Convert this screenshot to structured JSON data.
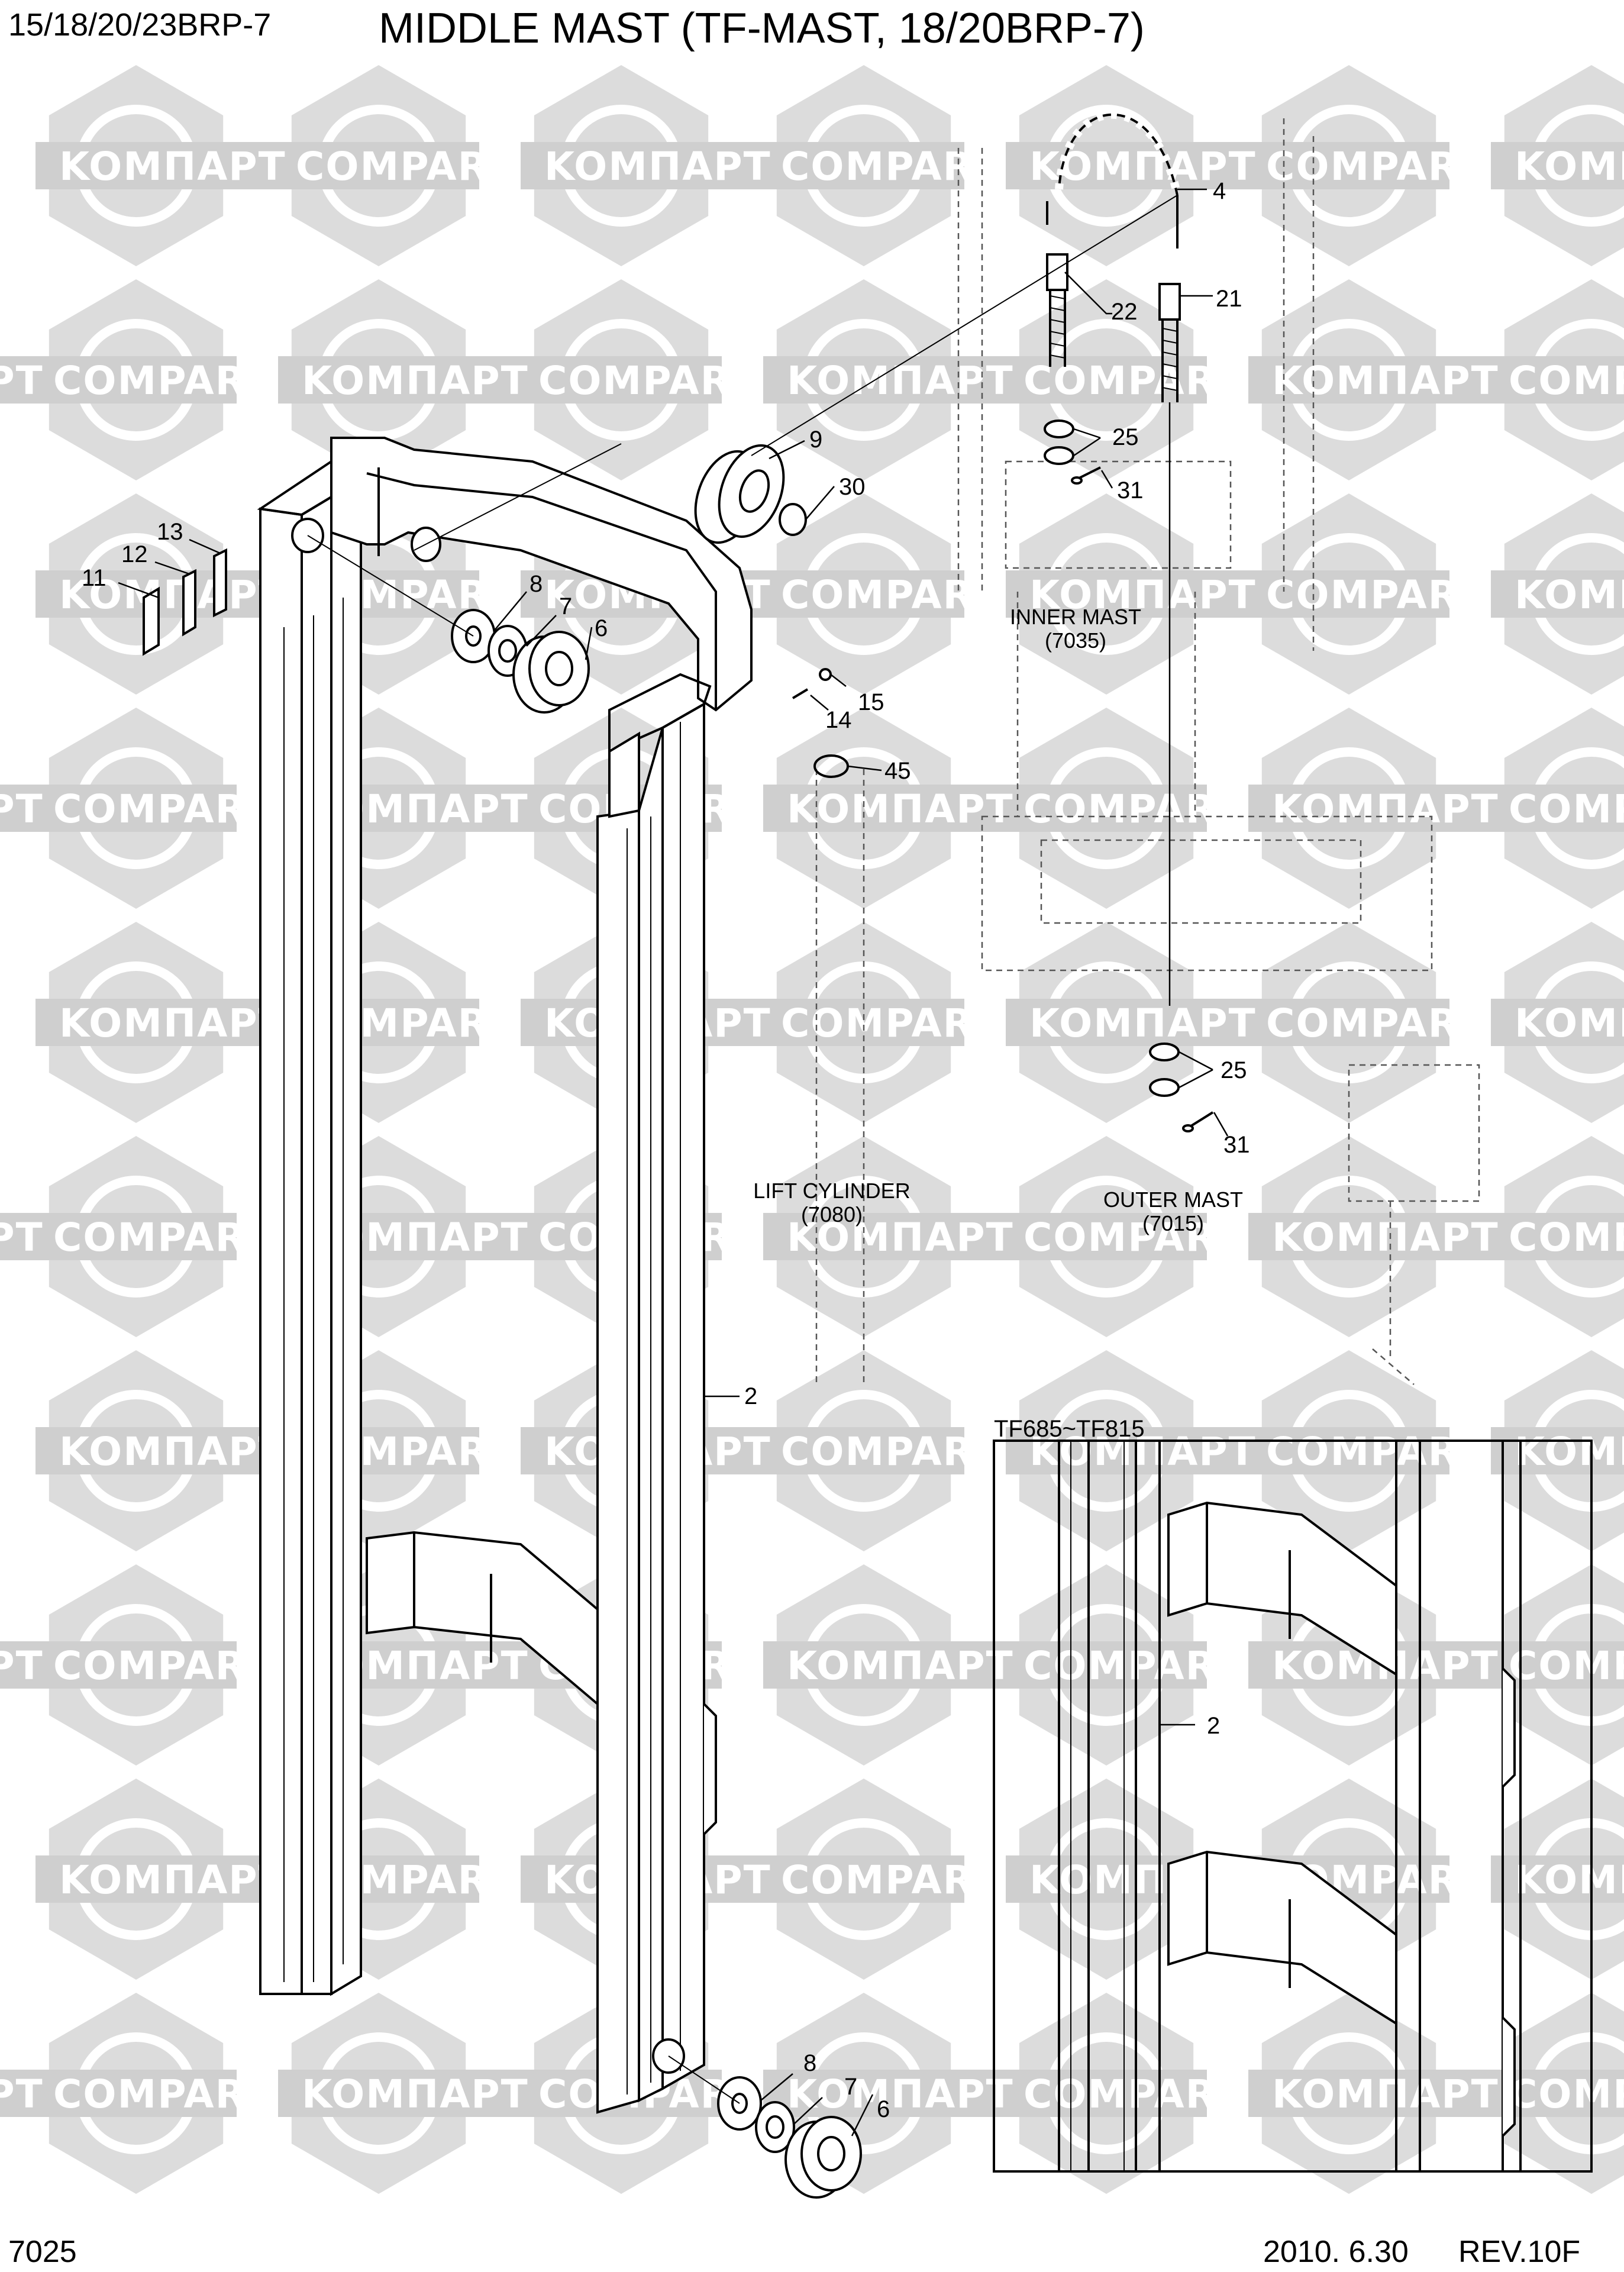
{
  "header": {
    "model": "15/18/20/23BRP-7",
    "title": "MIDDLE MAST (TF-MAST, 18/20BRP-7)"
  },
  "footer": {
    "page_code": "7025",
    "date": "2010. 6.30",
    "revision": "REV.10F"
  },
  "watermark": {
    "text_ru": "KOMПAPT",
    "text_en": "COMPART"
  },
  "callouts": {
    "p2": "2",
    "p2_detail": "2",
    "p4": "4",
    "p6": "6",
    "p6_bottom": "6",
    "p7": "7",
    "p7_bottom": "7",
    "p8": "8",
    "p8_bottom": "8",
    "p9": "9",
    "p11": "11",
    "p12": "12",
    "p13": "13",
    "p14": "14",
    "p15": "15",
    "p21": "21",
    "p22": "22",
    "p25": "25",
    "p25_lower": "25",
    "p30": "30",
    "p31": "31",
    "p31_lower": "31",
    "p45": "45"
  },
  "references": {
    "inner_mast_name": "INNER MAST",
    "inner_mast_code": "(7035)",
    "outer_mast_name": "OUTER MAST",
    "outer_mast_code": "(7015)",
    "lift_cylinder_name": "LIFT CYLINDER",
    "lift_cylinder_code": "(7080)"
  },
  "detail": {
    "label": "TF685~TF815"
  }
}
